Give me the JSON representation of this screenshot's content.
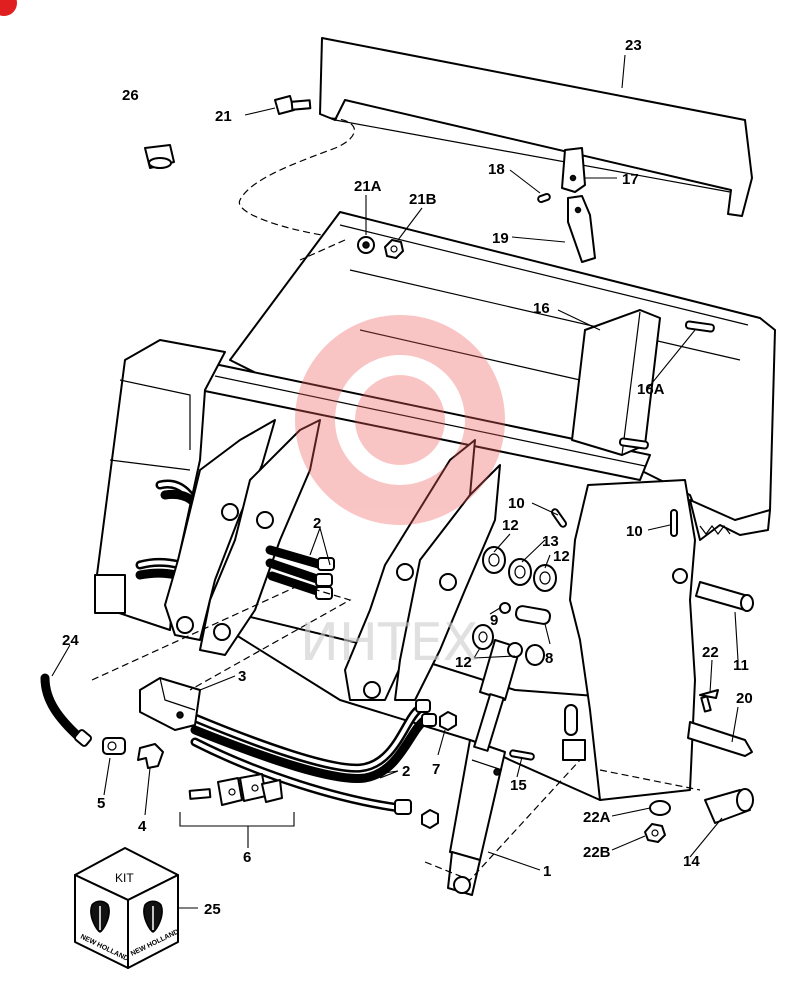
{
  "diagram": {
    "labels": [
      "23",
      "26",
      "21",
      "21A",
      "21B",
      "18",
      "17",
      "19",
      "16",
      "16A",
      "10",
      "10",
      "12",
      "13",
      "12",
      "2",
      "9",
      "8",
      "12",
      "11",
      "22",
      "20",
      "24",
      "3",
      "5",
      "4",
      "7",
      "2",
      "15",
      "6",
      "22A",
      "22B",
      "14",
      "1",
      "25"
    ],
    "kit_label": "KIT",
    "brand_text": "NEW HOLLAND",
    "watermark": "ИНТЕХ"
  },
  "colors": {
    "lines": "#000000",
    "watermark": "#f05a5a",
    "badge": "#e02020"
  }
}
